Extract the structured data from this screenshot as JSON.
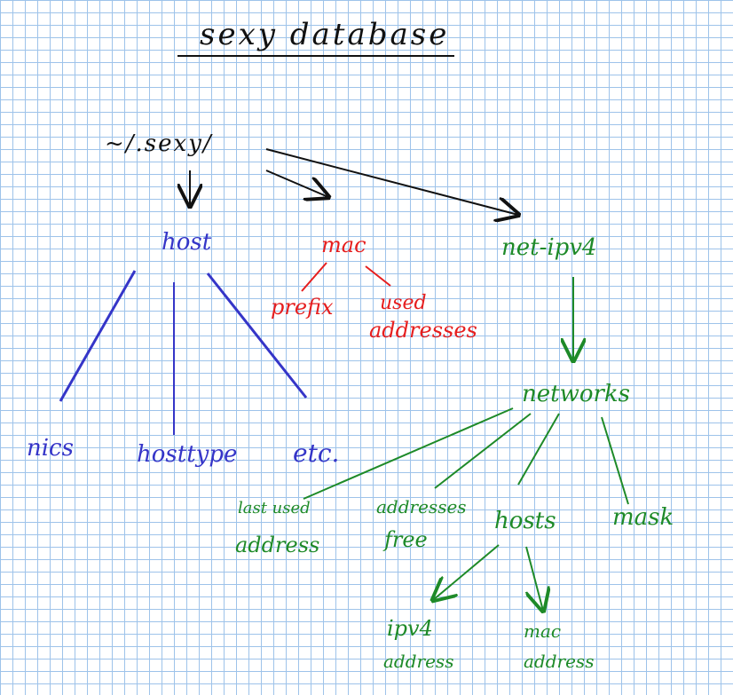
{
  "title": "sexy database",
  "root": "~/.sexy/",
  "nodes": {
    "host": {
      "label": "host",
      "children": [
        "nics",
        "hosttype",
        "etc."
      ]
    },
    "mac": {
      "label": "mac",
      "children": [
        "prefix",
        "used addresses"
      ]
    },
    "net_ipv4": {
      "label": "net-ipv4",
      "children": [
        "networks"
      ]
    },
    "networks": {
      "label": "networks",
      "children": [
        "last used address",
        "addresses free",
        "hosts",
        "mask"
      ]
    },
    "hosts": {
      "label": "hosts",
      "children": [
        "ipv4 address",
        "mac address"
      ]
    }
  },
  "labels": {
    "nics": "nics",
    "hosttype": "hosttype",
    "etc": "etc.",
    "prefix": "prefix",
    "used_addresses": [
      "used",
      "addresses"
    ],
    "last_used_address": [
      "last used",
      "address"
    ],
    "addresses_free": [
      "addresses",
      "free"
    ],
    "mask": "mask",
    "ipv4_address": [
      "ipv4",
      "address"
    ],
    "mac_address": [
      "mac",
      "address"
    ]
  },
  "colors": {
    "black": "#111111",
    "blue": "#3535c8",
    "red": "#e61e1e",
    "green": "#1e8a28",
    "grid": "#9ec3ea"
  }
}
